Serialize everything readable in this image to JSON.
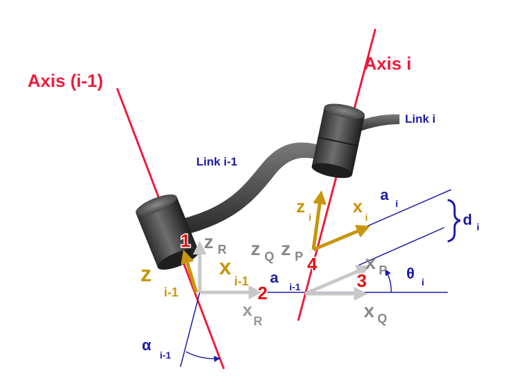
{
  "axes": {
    "axis_prev": "Axis (i-1)",
    "axis_i": "Axis i"
  },
  "links": {
    "link_prev": "Link i-1",
    "link_i": "Link i"
  },
  "frames": {
    "z_prev": "z",
    "z_prev_sub": "i-1",
    "x_prev": "x",
    "x_prev_sub": "i-1",
    "z_r": "z",
    "z_r_sub": "R",
    "x_r": "x",
    "x_r_sub": "R",
    "z_q": "z",
    "z_q_sub": "Q",
    "z_p": "z",
    "z_p_sub": "P",
    "x_p": "x",
    "x_p_sub": "P",
    "x_q": "x",
    "x_q_sub": "Q",
    "z_i": "z",
    "z_i_sub": "i",
    "x_i": "x",
    "x_i_sub": "i"
  },
  "params": {
    "a_prev": "a",
    "a_prev_sub": "i-1",
    "a_i": "a",
    "a_i_sub": "i",
    "d_i": "d",
    "d_i_sub": "i",
    "theta_i": "θ",
    "theta_i_sub": "i",
    "alpha_prev": "α",
    "alpha_prev_sub": "i-1"
  },
  "steps": [
    "1",
    "2",
    "3",
    "4"
  ],
  "colors": {
    "axis": "#ee1b3c",
    "param": "#1a1aa8",
    "frame_gold": "#c8960c",
    "frame_gray": "#b5b5b5",
    "step": "#e01010"
  }
}
